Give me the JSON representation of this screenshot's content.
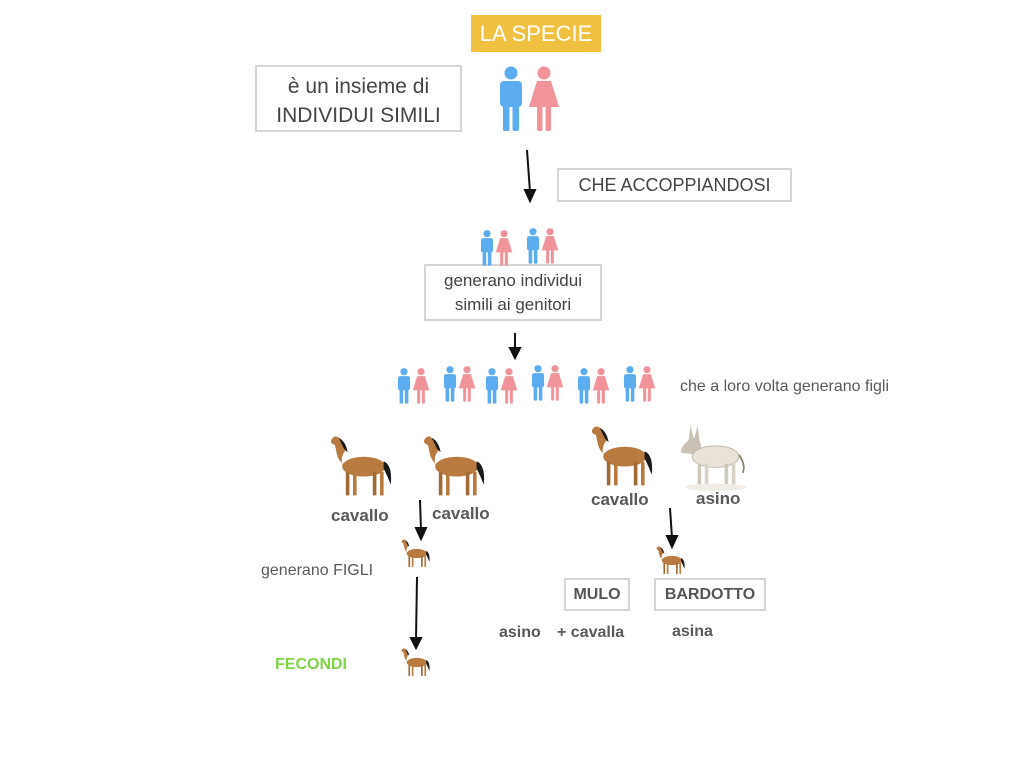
{
  "title": "LA SPECIE",
  "definition": {
    "line1": "è un insieme di",
    "line2": "INDIVIDUI SIMILI"
  },
  "mating": "CHE ACCOPPIANDOSI",
  "offspring": {
    "line1": "generano individui",
    "line2": "simili ai genitori"
  },
  "generations_note": "che a loro volta generano figli",
  "left_branch": {
    "parent1": "cavallo",
    "parent2": "cavallo",
    "children": "generano FIGLI",
    "fertility": "FECONDI"
  },
  "right_branch": {
    "parent1": "cavallo",
    "parent2": "asino",
    "hybrid1": "MULO",
    "hybrid2": "BARDOTTO",
    "cross1_a": "asino",
    "cross1_b": "+ cavalla",
    "cross2": "asina"
  },
  "colors": {
    "title_bg": "#f0c040",
    "male": "#5badf0",
    "female": "#f0949a",
    "fertile": "#7fd444",
    "horse": "#b87a3e",
    "donkey": "#e8e2d8"
  }
}
